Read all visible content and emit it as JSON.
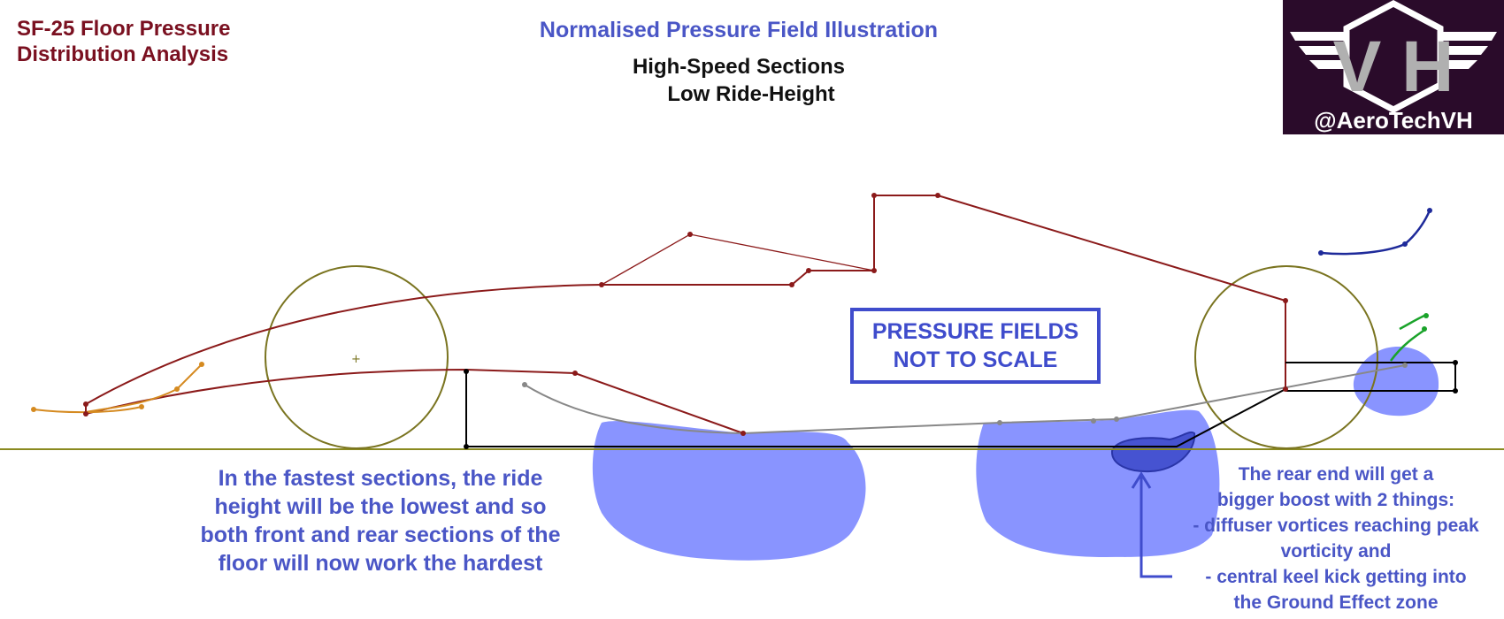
{
  "header": {
    "title_line1": "SF-25 Floor Pressure",
    "title_line2": "Distribution Analysis",
    "main_title": "Normalised Pressure Field Illustration",
    "subtitle_line1": "High-Speed Sections",
    "subtitle_line2": "Low Ride-Height"
  },
  "logo": {
    "handle": "@AeroTechVH",
    "monogram": "V H",
    "bg_color": "#2a0b2a"
  },
  "notice": {
    "line1": "PRESSURE FIELDS",
    "line2": "NOT TO SCALE"
  },
  "annotation_left": {
    "lines": [
      "In the fastest sections, the ride",
      "height will be the lowest and so",
      "both front and rear sections of the",
      "floor will now work the hardest"
    ]
  },
  "annotation_right": {
    "lines": [
      "The rear end will get a",
      "bigger boost with 2 things:",
      "- diffuser vortices reaching peak",
      "vorticity and",
      "- central keel kick getting into",
      "the Ground Effect zone"
    ]
  },
  "colors": {
    "car_outline": "#8b1a1a",
    "wheels": "#7a7420",
    "ground": "#8a8a20",
    "pressure_field": "#6f7dff",
    "floor": "#000000",
    "accent_blue": "#4a56c6",
    "front_wing": "#d58a20",
    "rear_element": "#1aa32a",
    "rear_wing": "#1e2a9a"
  }
}
